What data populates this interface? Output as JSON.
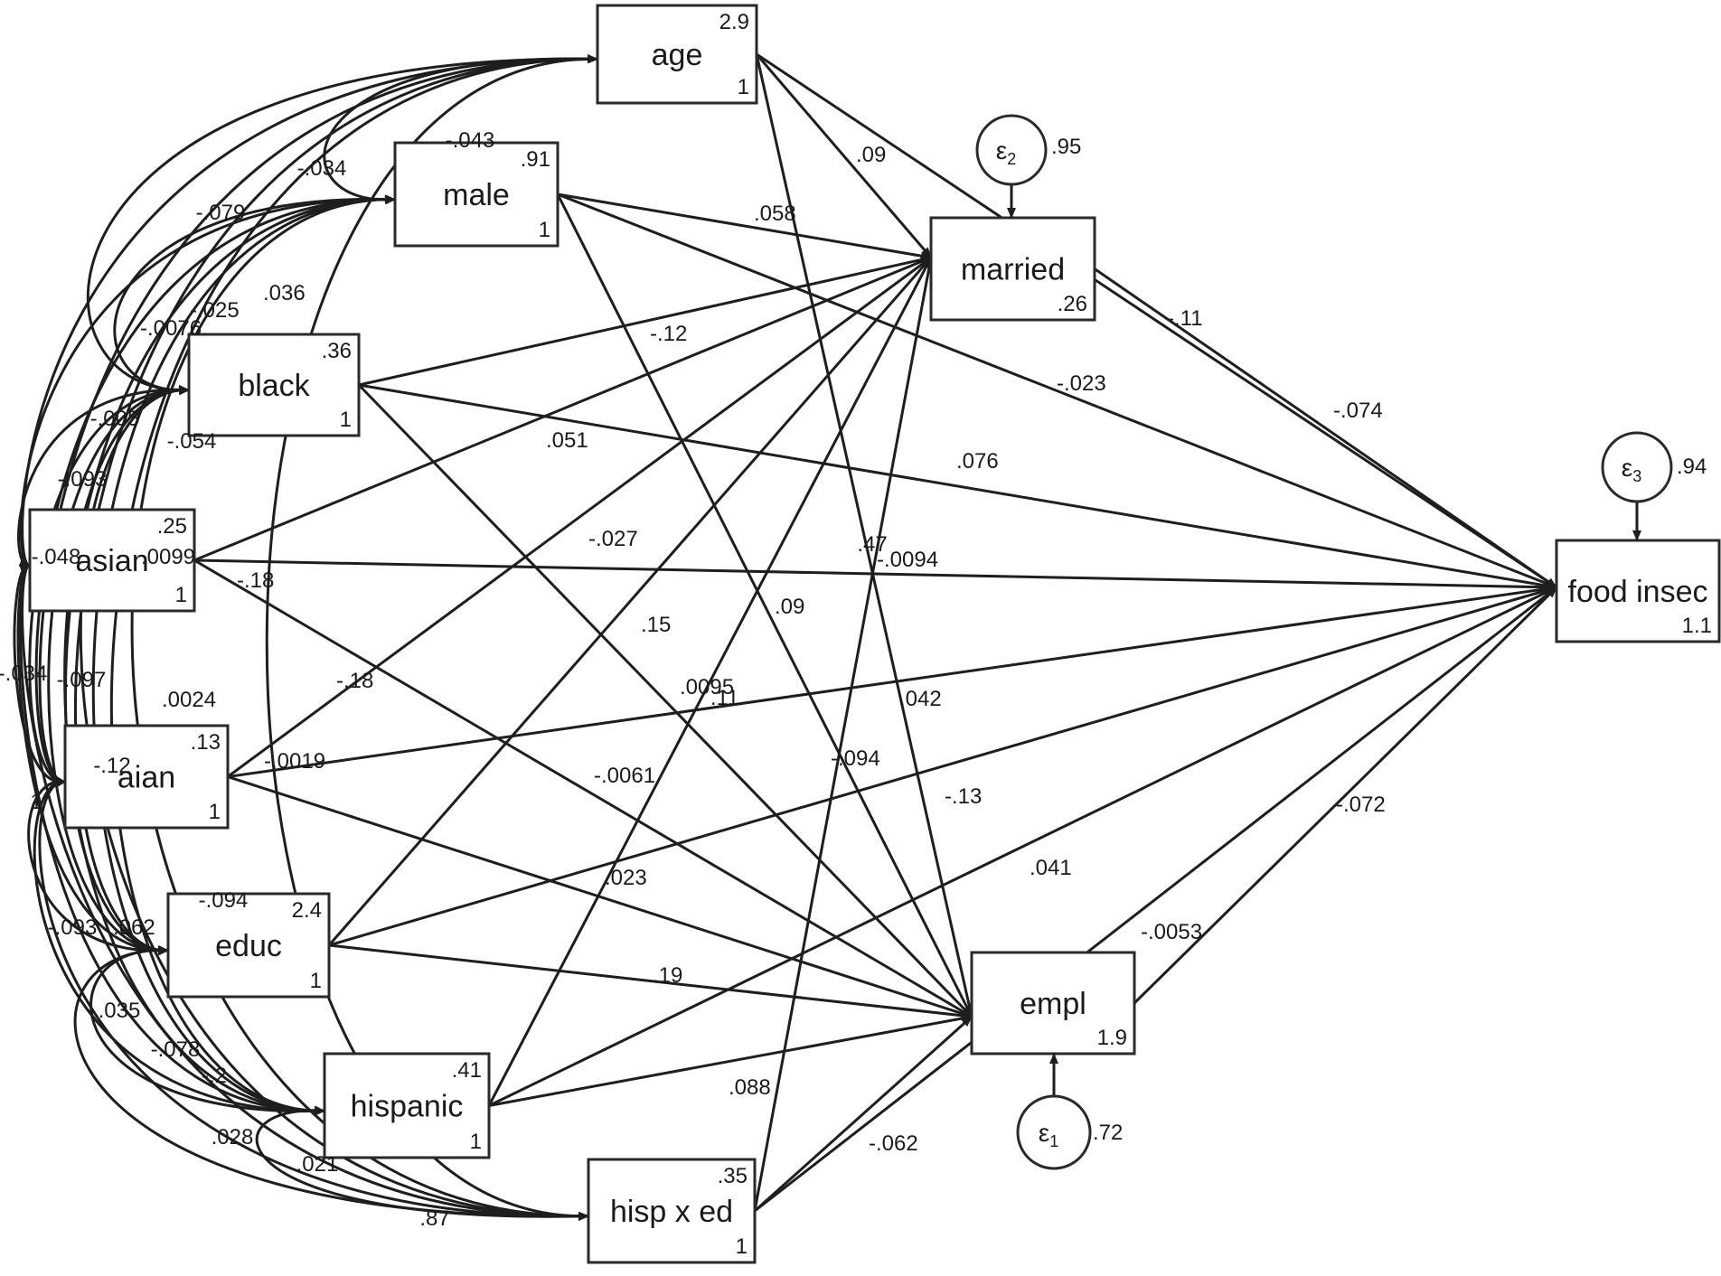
{
  "nodes": [
    {
      "id": "age",
      "label": "age",
      "mean": "2.9",
      "variance": "1"
    },
    {
      "id": "male",
      "label": "male",
      "mean": ".91",
      "variance": "1"
    },
    {
      "id": "black",
      "label": "black",
      "mean": ".36",
      "variance": "1"
    },
    {
      "id": "asian",
      "label": "asian",
      "mean": ".25",
      "variance": "1"
    },
    {
      "id": "aian",
      "label": "aian",
      "mean": ".13",
      "variance": "1"
    },
    {
      "id": "educ",
      "label": "educ",
      "mean": "2.4",
      "variance": "1"
    },
    {
      "id": "hispanic",
      "label": "hispanic",
      "mean": ".41",
      "variance": "1"
    },
    {
      "id": "hispxed",
      "label": "hisp x ed",
      "mean": ".35",
      "variance": "1"
    },
    {
      "id": "married",
      "label": "married",
      "mean": "",
      "variance": ".26"
    },
    {
      "id": "empl",
      "label": "empl",
      "mean": "",
      "variance": "1.9"
    },
    {
      "id": "food",
      "label": "food insec",
      "mean": "",
      "variance": "1.1"
    }
  ],
  "errors": [
    {
      "id": "e2",
      "symbol": "ε",
      "sub": "2",
      "variance": ".95",
      "target": "married"
    },
    {
      "id": "e1",
      "symbol": "ε",
      "sub": "1",
      "variance": ".72",
      "target": "empl"
    },
    {
      "id": "e3",
      "symbol": "ε",
      "sub": "3",
      "variance": ".94",
      "target": "food"
    }
  ],
  "paths": [
    {
      "from": "age",
      "to": "married"
    },
    {
      "from": "age",
      "to": "empl"
    },
    {
      "from": "age",
      "to": "food"
    },
    {
      "from": "male",
      "to": "married"
    },
    {
      "from": "male",
      "to": "empl"
    },
    {
      "from": "male",
      "to": "food"
    },
    {
      "from": "black",
      "to": "married"
    },
    {
      "from": "black",
      "to": "empl"
    },
    {
      "from": "black",
      "to": "food"
    },
    {
      "from": "asian",
      "to": "married"
    },
    {
      "from": "asian",
      "to": "empl"
    },
    {
      "from": "asian",
      "to": "food"
    },
    {
      "from": "aian",
      "to": "married"
    },
    {
      "from": "aian",
      "to": "empl"
    },
    {
      "from": "aian",
      "to": "food"
    },
    {
      "from": "educ",
      "to": "married"
    },
    {
      "from": "educ",
      "to": "empl"
    },
    {
      "from": "educ",
      "to": "food"
    },
    {
      "from": "hispanic",
      "to": "married"
    },
    {
      "from": "hispanic",
      "to": "empl"
    },
    {
      "from": "hispanic",
      "to": "food"
    },
    {
      "from": "hispxed",
      "to": "married"
    },
    {
      "from": "hispxed",
      "to": "empl"
    },
    {
      "from": "hispxed",
      "to": "food"
    },
    {
      "from": "married",
      "to": "food"
    },
    {
      "from": "empl",
      "to": "food"
    }
  ],
  "covariances": [
    {
      "a": "age",
      "b": "male"
    },
    {
      "a": "age",
      "b": "black"
    },
    {
      "a": "age",
      "b": "asian"
    },
    {
      "a": "age",
      "b": "aian"
    },
    {
      "a": "age",
      "b": "educ"
    },
    {
      "a": "age",
      "b": "hispanic"
    },
    {
      "a": "age",
      "b": "hispxed"
    },
    {
      "a": "male",
      "b": "black"
    },
    {
      "a": "male",
      "b": "asian"
    },
    {
      "a": "male",
      "b": "aian"
    },
    {
      "a": "male",
      "b": "educ"
    },
    {
      "a": "male",
      "b": "hispanic"
    },
    {
      "a": "male",
      "b": "hispxed"
    },
    {
      "a": "black",
      "b": "asian"
    },
    {
      "a": "black",
      "b": "aian"
    },
    {
      "a": "black",
      "b": "educ"
    },
    {
      "a": "black",
      "b": "hispanic"
    },
    {
      "a": "black",
      "b": "hispxed"
    },
    {
      "a": "asian",
      "b": "aian"
    },
    {
      "a": "asian",
      "b": "educ"
    },
    {
      "a": "asian",
      "b": "hispanic"
    },
    {
      "a": "asian",
      "b": "hispxed"
    },
    {
      "a": "aian",
      "b": "educ"
    },
    {
      "a": "aian",
      "b": "hispanic"
    },
    {
      "a": "aian",
      "b": "hispxed"
    },
    {
      "a": "educ",
      "b": "hispanic"
    },
    {
      "a": "educ",
      "b": "hispxed"
    },
    {
      "a": "hispanic",
      "b": "hispxed"
    }
  ],
  "coefficient_labels": [
    ".09",
    ".058",
    "-.12",
    "-.11",
    "-.023",
    "-.074",
    ".051",
    ".076",
    "-.027",
    "-.0094",
    ".47",
    ".15",
    ".09",
    ".0095",
    ".11",
    ".042",
    "-.0061",
    "-.094",
    "-.13",
    "-.072",
    ".023",
    ".041",
    "-.0053",
    ".19",
    ".088",
    "-.062",
    "-.18",
    "-.18",
    "-.0019",
    "-.043",
    "-.034",
    "-.079",
    "-.025",
    ".036",
    "-.0076",
    "-.005",
    "-.054",
    "-.093",
    "-.048",
    ".0099",
    "-.034",
    "-.097",
    ".0024",
    "-.12",
    "1",
    "-.094",
    "-.093",
    ".062",
    ".035",
    "-.078",
    "-.2",
    ".028",
    ".021",
    ".87"
  ]
}
